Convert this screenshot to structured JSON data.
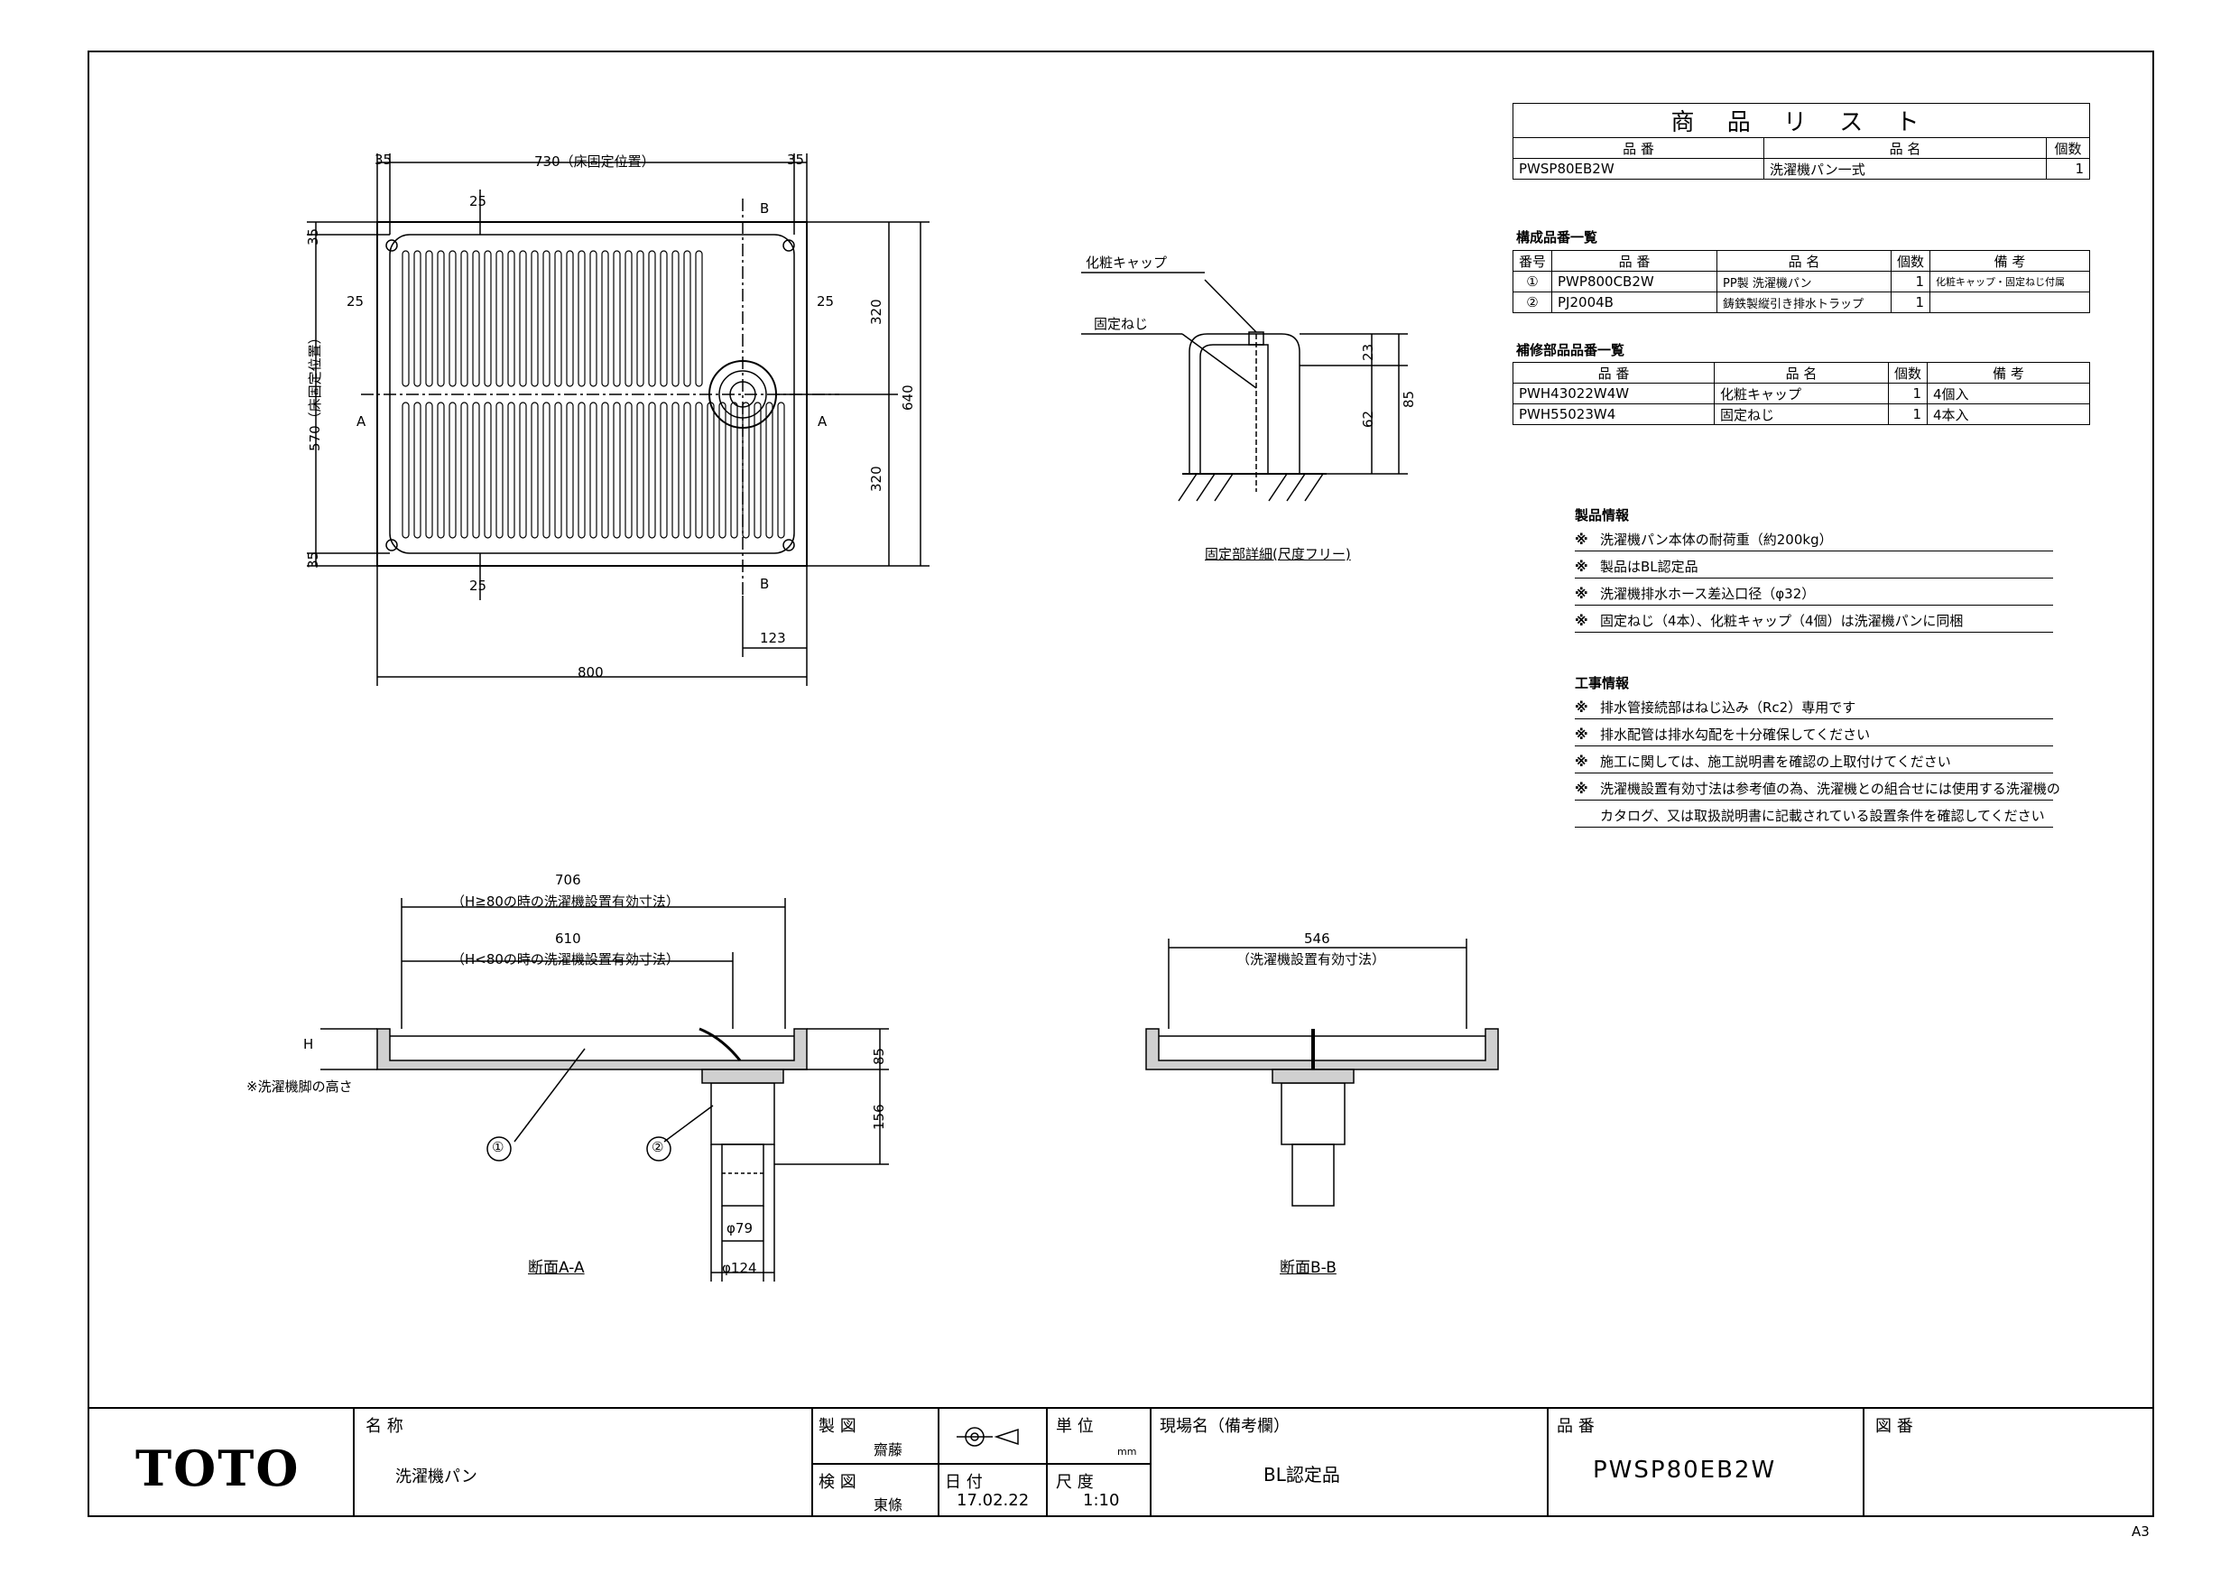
{
  "plan_view": {
    "dims": {
      "top_left": "35",
      "top_center": "730（床固定位置）",
      "top_right": "35",
      "inner_top_left": "25",
      "inner_top_right_label": "B",
      "left_top": "35",
      "left_center": "570（床固定位置）",
      "left_bottom": "35",
      "inner_left": "25",
      "inner_right": "25",
      "right_upper": "320",
      "right_lower": "320",
      "right_total": "640",
      "section_a_left": "A",
      "section_a_right": "A",
      "bottom_inner_left": "25",
      "bottom_label_b": "B",
      "offset_123": "123",
      "overall_800": "800"
    }
  },
  "detail_view": {
    "cap_label": "化粧キャップ",
    "screw_label": "固定ねじ",
    "dim_23": "23",
    "dim_62": "62",
    "dim_85": "85",
    "caption": "固定部詳細(尺度フリー)"
  },
  "section_aa": {
    "dim_706": "706",
    "note_706": "（H≧80の時の洗濯機設置有効寸法）",
    "dim_610": "610",
    "note_610": "（H<80の時の洗濯機設置有効寸法）",
    "h_label": "H",
    "leg_note": "※洗濯機脚の高さ",
    "dim_85": "85",
    "dim_156": "156",
    "callout_1": "①",
    "callout_2": "②",
    "dim_79": "φ79",
    "dim_124": "φ124",
    "caption": "断面A-A"
  },
  "section_bb": {
    "dim_546": "546",
    "note_546": "（洗濯機設置有効寸法）",
    "caption": "断面B-B"
  },
  "product_list": {
    "title": "商 品 リ ス ト",
    "headers": [
      "品 番",
      "品 名",
      "個数"
    ],
    "rows": [
      [
        "PWSP80EB2W",
        "洗濯機パン一式",
        "1"
      ]
    ]
  },
  "components": {
    "title": "構成品番一覧",
    "headers": [
      "番号",
      "品 番",
      "品 名",
      "個数",
      "備 考"
    ],
    "rows": [
      [
        "①",
        "PWP800CB2W",
        "PP製 洗濯機パン",
        "1",
        "化粧キャップ・固定ねじ付属"
      ],
      [
        "②",
        "PJ2004B",
        "鋳鉄製縦引き排水トラップ",
        "1",
        ""
      ]
    ]
  },
  "spare_parts": {
    "title": "補修部品品番一覧",
    "headers": [
      "品 番",
      "品 名",
      "個数",
      "備 考"
    ],
    "rows": [
      [
        "PWH43022W4W",
        "化粧キャップ",
        "1",
        "4個入"
      ],
      [
        "PWH55023W4",
        "固定ねじ",
        "1",
        "4本入"
      ]
    ]
  },
  "product_info": {
    "title": "製品情報",
    "mark": "※",
    "items": [
      "洗濯機パン本体の耐荷重（約200kg）",
      "製品はBL認定品",
      "洗濯機排水ホース差込口径（φ32）",
      "固定ねじ（4本）、化粧キャップ（4個）は洗濯機パンに同梱"
    ]
  },
  "construction_info": {
    "title": "工事情報",
    "mark": "※",
    "items": [
      "排水管接続部はねじ込み（Rc2）専用です",
      "排水配管は排水勾配を十分確保してください",
      "施工に関しては、施工説明書を確認の上取付けてください",
      "洗濯機設置有効寸法は参考値の為、洗濯機との組合せには使用する洗濯機の"
    ],
    "continuation": "カタログ、又は取扱説明書に記載されている設置条件を確認してください"
  },
  "title_block": {
    "logo": "TOTO",
    "name_label": "名 称",
    "name_value": "洗濯機パン",
    "drawn_label": "製 図",
    "drawn_value": "齋藤",
    "checked_label": "検 図",
    "checked_value": "東條",
    "date_label": "日 付",
    "date_value": "17.02.22",
    "unit_label": "単 位",
    "unit_value": "mm",
    "scale_label": "尺 度",
    "scale_value": "1:10",
    "site_label": "現場名（備考欄）",
    "site_value": "BL認定品",
    "product_label": "品 番",
    "product_value": "PWSP80EB2W",
    "drawing_no_label": "図 番",
    "paper_size": "A3"
  },
  "colors": {
    "line": "#000000",
    "background": "#ffffff",
    "fill_gray": "#d0d0d0"
  }
}
